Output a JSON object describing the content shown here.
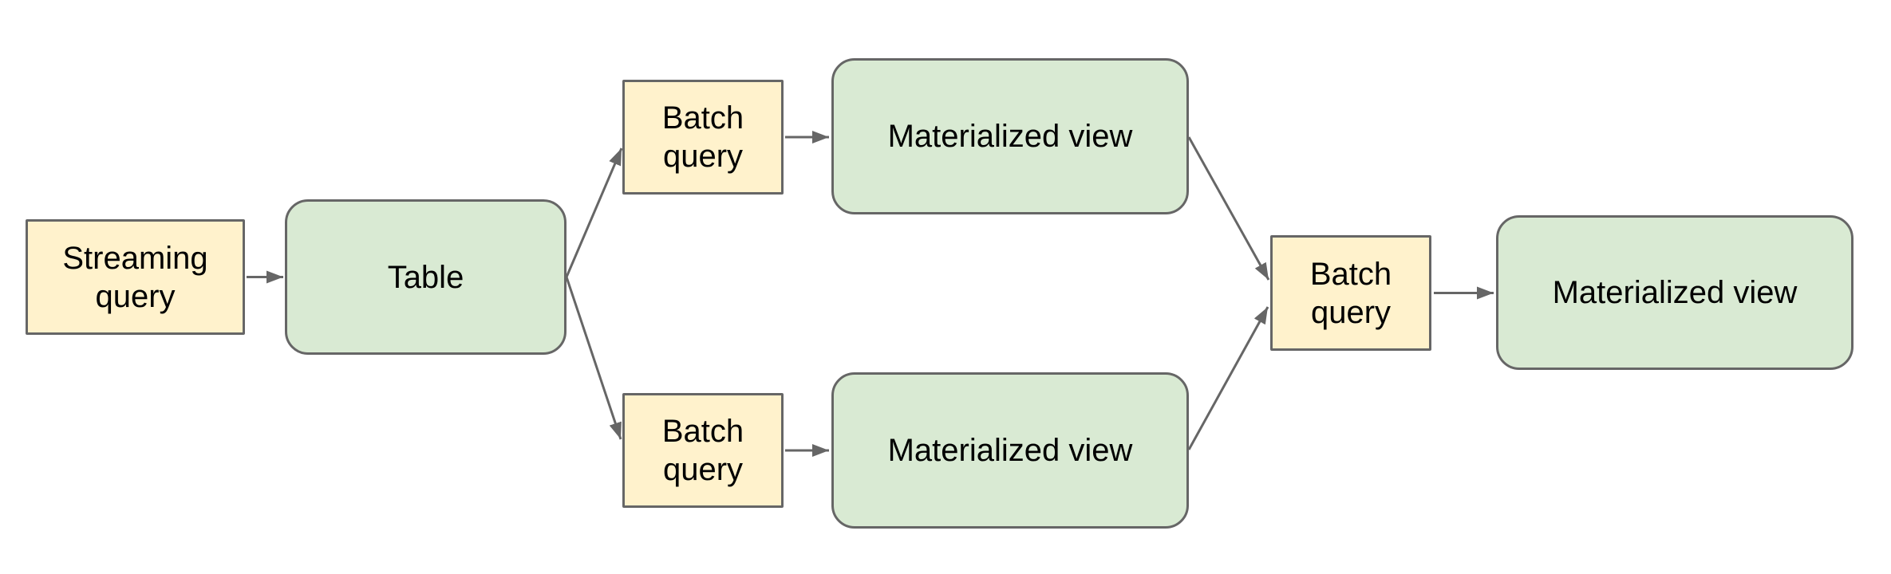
{
  "diagram": {
    "nodes": {
      "streaming_query": {
        "label": "Streaming query",
        "type": "query",
        "fill": "#FFF2CC"
      },
      "table": {
        "label": "Table",
        "type": "table",
        "fill": "#D9EAD3"
      },
      "batch_query_top": {
        "label": "Batch query",
        "type": "query",
        "fill": "#FFF2CC"
      },
      "materialized_view_top": {
        "label": "Materialized view",
        "type": "view",
        "fill": "#D9EAD3"
      },
      "batch_query_bottom": {
        "label": "Batch query",
        "type": "query",
        "fill": "#FFF2CC"
      },
      "materialized_view_bottom": {
        "label": "Materialized view",
        "type": "view",
        "fill": "#D9EAD3"
      },
      "batch_query_right": {
        "label": "Batch query",
        "type": "query",
        "fill": "#FFF2CC"
      },
      "materialized_view_right": {
        "label": "Materialized view",
        "type": "view",
        "fill": "#D9EAD3"
      }
    },
    "edges": [
      {
        "from": "streaming_query",
        "to": "table"
      },
      {
        "from": "table",
        "to": "batch_query_top"
      },
      {
        "from": "batch_query_top",
        "to": "materialized_view_top"
      },
      {
        "from": "materialized_view_top",
        "to": "batch_query_right"
      },
      {
        "from": "table",
        "to": "batch_query_bottom"
      },
      {
        "from": "batch_query_bottom",
        "to": "materialized_view_bottom"
      },
      {
        "from": "materialized_view_bottom",
        "to": "batch_query_right"
      },
      {
        "from": "batch_query_right",
        "to": "materialized_view_right"
      }
    ],
    "theme": {
      "yellow_fill": "#FFF2CC",
      "green_fill": "#D9EAD3",
      "node_border": "#666666",
      "arrow": "#666666",
      "text": "#000000",
      "background": "#FFFFFF"
    }
  }
}
